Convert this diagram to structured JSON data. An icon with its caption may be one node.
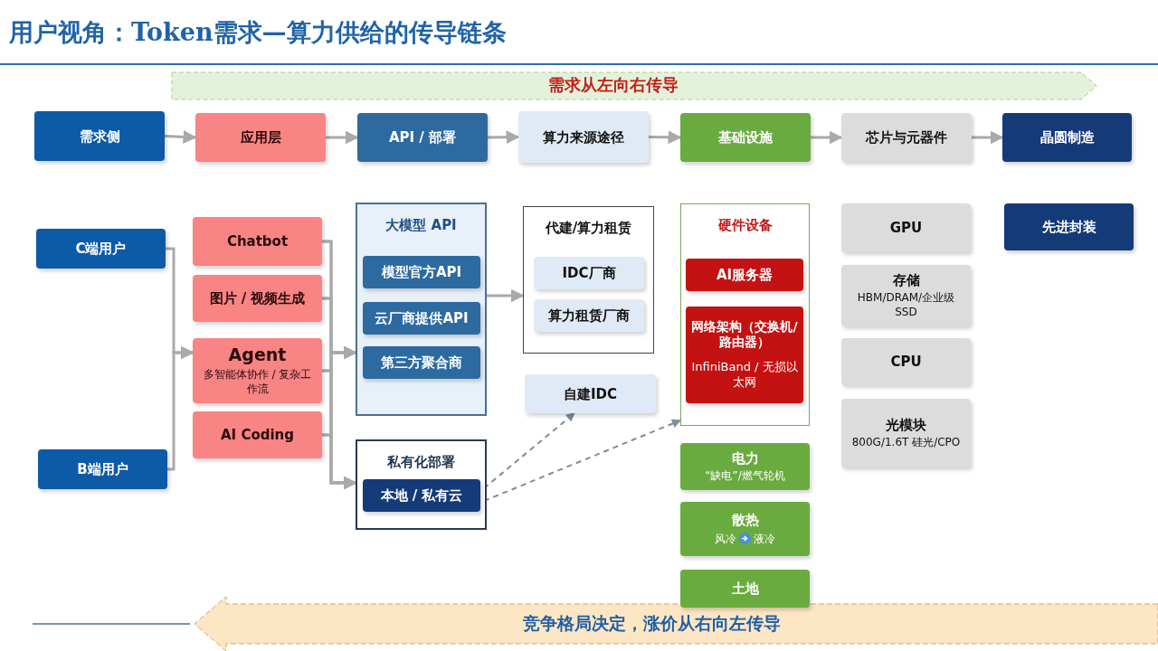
{
  "diagram": {
    "title": "用户视角：Token需求—算力供给的传导链条",
    "nodes": [
      {
        "text": [
          "需求侧"
        ]
      },
      {
        "text": [
          "应用层"
        ]
      },
      {
        "text": [
          "API / 部署"
        ]
      },
      {
        "text": [
          "算力来源途径"
        ]
      },
      {
        "text": [
          "基础设施"
        ]
      },
      {
        "text": [
          "芯片与元器件"
        ]
      },
      {
        "text": [
          "晶圆制造"
        ]
      },
      {
        "text": [
          "C端用户"
        ]
      },
      {
        "text": [
          "B端用户"
        ]
      },
      {
        "text": [
          "Chatbot"
        ]
      },
      {
        "text": [
          "图片 / 视频生成"
        ]
      },
      {
        "text": [
          "Agent",
          "多智能体协作 / 复杂工作流"
        ]
      },
      {
        "text": [
          "AI Coding"
        ]
      },
      {
        "text": [
          "大模型 API"
        ]
      },
      {
        "text": [
          "模型官方API"
        ],
        "in": 13
      },
      {
        "text": [
          "云厂商提供API"
        ],
        "in": 13
      },
      {
        "text": [
          "第三方聚合商"
        ],
        "in": 13
      },
      {
        "text": [
          "私有化部署"
        ]
      },
      {
        "text": [
          "本地 / 私有云"
        ],
        "in": 17
      },
      {
        "text": [
          "代建/算力租赁"
        ]
      },
      {
        "text": [
          "IDC厂商"
        ],
        "in": 19
      },
      {
        "text": [
          "算力租赁厂商"
        ],
        "in": 19
      },
      {
        "text": [
          "自建IDC"
        ]
      },
      {
        "text": [
          "硬件设备"
        ]
      },
      {
        "text": [
          "AI服务器"
        ],
        "in": 23
      },
      {
        "text": [
          "网络架构（交换机/路由器）",
          "InfiniBand / 无损以太网"
        ],
        "in": 23
      },
      {
        "text": [
          "电力",
          "“缺电”/燃气轮机"
        ]
      },
      {
        "text": [
          "散热",
          "风冷",
          "液冷"
        ]
      },
      {
        "text": [
          "土地"
        ]
      },
      {
        "text": [
          "GPU"
        ]
      },
      {
        "text": [
          "存储",
          "HBM/DRAM/企业级SSD"
        ]
      },
      {
        "text": [
          "CPU"
        ]
      },
      {
        "text": [
          "光模块",
          "800G/1.6T 硅光/CPO"
        ]
      },
      {
        "text": [
          "先进封装"
        ]
      }
    ],
    "edges": [
      {
        "from": 0,
        "to": 1,
        "arrow": "to"
      },
      {
        "from": 1,
        "to": 2,
        "arrow": "to"
      },
      {
        "from": 2,
        "to": 3,
        "arrow": "to"
      },
      {
        "from": 3,
        "to": 4,
        "arrow": "to"
      },
      {
        "from": 4,
        "to": 5,
        "arrow": "to"
      },
      {
        "from": 5,
        "to": 6,
        "arrow": "to"
      },
      {
        "from": 7,
        "to": 11,
        "arrow": "to"
      },
      {
        "from": 8,
        "to": 11,
        "arrow": "to"
      },
      {
        "from": 9,
        "to": 13,
        "arrow": "to"
      },
      {
        "from": 10,
        "to": 13,
        "arrow": "to"
      },
      {
        "from": 11,
        "to": 13,
        "arrow": "to"
      },
      {
        "from": 12,
        "to": 13,
        "arrow": "to"
      },
      {
        "from": 9,
        "to": 17,
        "arrow": "to"
      },
      {
        "from": 10,
        "to": 17,
        "arrow": "to"
      },
      {
        "from": 11,
        "to": 17,
        "arrow": "to"
      },
      {
        "from": 12,
        "to": 17,
        "arrow": "to"
      },
      {
        "from": 13,
        "to": 19,
        "arrow": "to"
      },
      {
        "from": 18,
        "to": 22,
        "arrow": "to",
        "style": "dashed",
        "color": "#7f8c99"
      },
      {
        "from": 18,
        "to": 23,
        "arrow": "to",
        "style": "dashed",
        "color": "#7f8c99"
      }
    ],
    "labels": [
      "需求从左向右传导",
      "竞争格局决定，涨价从右向左传导"
    ]
  }
}
